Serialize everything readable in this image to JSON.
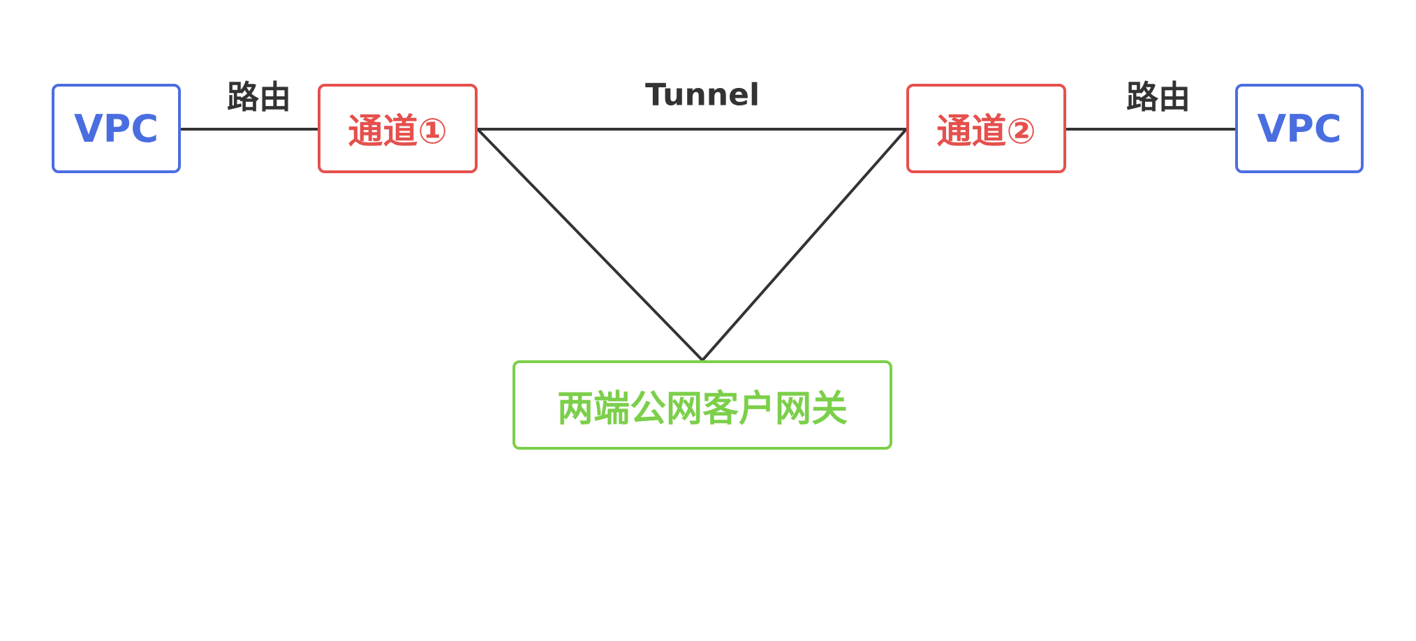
{
  "nodes": {
    "vpc_left": "VPC",
    "channel_1": "通道①",
    "channel_2": "通道②",
    "vpc_right": "VPC",
    "gateway": "两端公网客户网关"
  },
  "edges": {
    "route_left": "路由",
    "tunnel": "Tunnel",
    "route_right": "路由"
  },
  "colors": {
    "vpc": "#4a6ee0",
    "channel": "#e5504d",
    "gateway": "#7ccf4a",
    "line": "#333333"
  }
}
